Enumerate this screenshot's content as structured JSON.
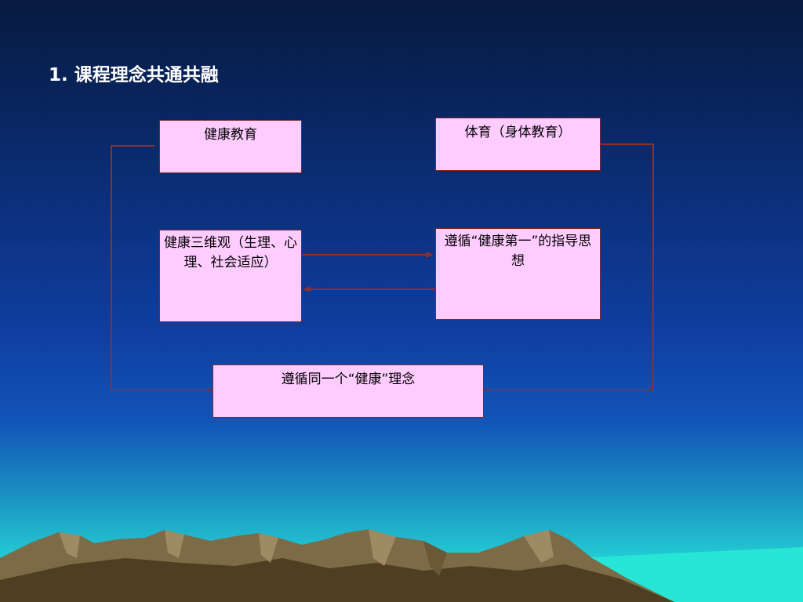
{
  "slide": {
    "title": "1. 课程理念共通共融"
  },
  "diagram": {
    "boxes": {
      "health_education": "健康教育",
      "physical_education": "体育（身体教育）",
      "three_dimensional_view": "健康三维观（生理、心理、社会适应）",
      "health_first": "遵循“健康第一”的指导思想",
      "shared_concept": "遵循同一个“健康”理念"
    }
  },
  "colors": {
    "box_fill": "#ffccff",
    "connector": "#8b2f2f",
    "title_text": "#ffffff"
  }
}
